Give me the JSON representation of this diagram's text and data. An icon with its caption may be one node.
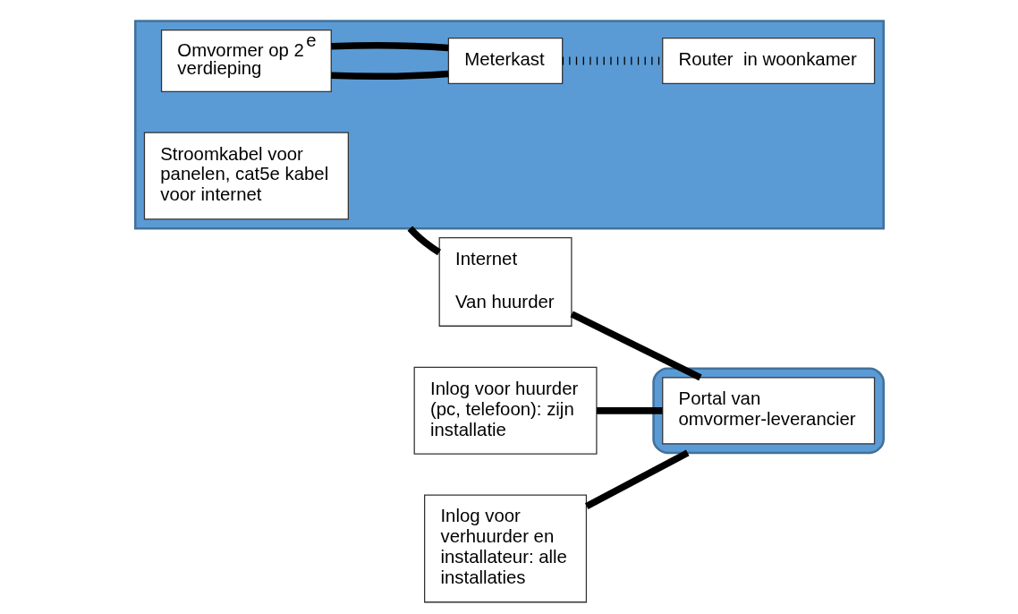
{
  "diagram": {
    "nodes": [
      {
        "text": [],
        "shape": "house"
      },
      {
        "text": [
          "Omvormer op 2$^{e}$ verdieping"
        ],
        "in": 0
      },
      {
        "text": [
          "Stroomkabel voor panelen, cat5e kabel voor internet"
        ],
        "in": 0
      },
      {
        "text": [
          "Meterkast"
        ],
        "in": 0
      },
      {
        "text": [
          "Router  in woonkamer"
        ],
        "in": 0
      },
      {
        "text": [
          "Internet",
          "Van huurder"
        ]
      },
      {
        "text": [],
        "shape": "cloud"
      },
      {
        "text": [
          "Portal van omvormer-leverancier"
        ],
        "in": 6
      },
      {
        "text": [
          "Inlog voor huurder (pc, telefoon): zijn installatie"
        ]
      },
      {
        "text": [
          "Inlog voor verhuurder en installateur: alle installaties"
        ]
      }
    ],
    "edges": [
      {
        "from": 1,
        "to": 3,
        "arrow": "none"
      },
      {
        "from": 1,
        "to": 3,
        "arrow": "none"
      },
      {
        "from": 3,
        "to": 4,
        "arrow": "none",
        "style": "dashed"
      },
      {
        "from": 0,
        "to": 5,
        "arrow": "none"
      },
      {
        "from": 5,
        "to": 7,
        "arrow": "none"
      },
      {
        "from": 8,
        "to": 7,
        "arrow": "none"
      },
      {
        "from": 9,
        "to": 6,
        "arrow": "none"
      }
    ]
  }
}
